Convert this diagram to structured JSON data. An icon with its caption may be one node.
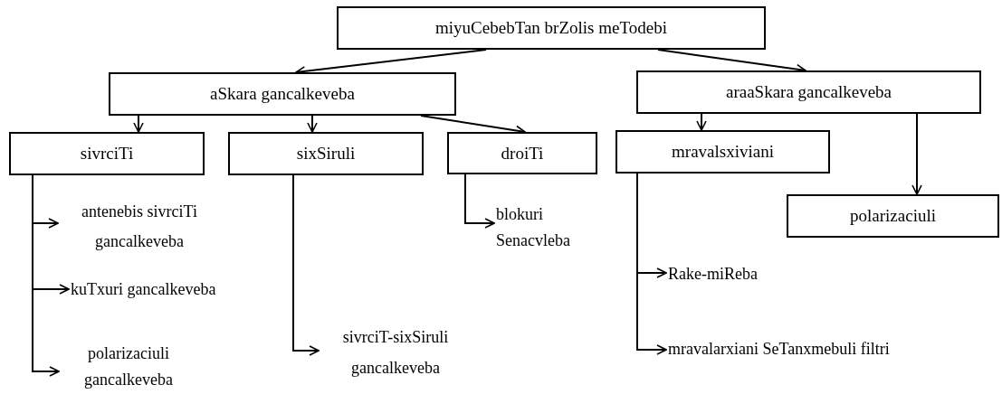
{
  "diagram": {
    "nodes": [
      {
        "text": [
          "miyuCebebTan brZolis meTodebi"
        ]
      },
      {
        "text": [
          "aSkara gancalkeveba"
        ]
      },
      {
        "text": [
          "araaSkara gancalkeveba"
        ]
      },
      {
        "text": [
          "sivrciTi"
        ]
      },
      {
        "text": [
          "sixSiruli"
        ]
      },
      {
        "text": [
          "droiTi"
        ]
      },
      {
        "text": [
          "mravalsxiviani"
        ]
      },
      {
        "text": [
          "polarizaciuli"
        ]
      },
      {
        "text": [
          "antenebis sivrciTi gancalkeveba"
        ]
      },
      {
        "text": [
          "kuTxuri gancalkeveba"
        ]
      },
      {
        "text": [
          "polarizaciuli gancalkeveba"
        ]
      },
      {
        "text": [
          "sivrciT-sixSiruli gancalkeveba"
        ]
      },
      {
        "text": [
          "blokuri Senacvleba"
        ]
      },
      {
        "text": [
          "Rake-miReba"
        ]
      },
      {
        "text": [
          "mravalarxiani SeTanxmebuli filtri"
        ]
      }
    ],
    "edges": [
      {
        "from": 0,
        "to": 1,
        "arrow": "to"
      },
      {
        "from": 0,
        "to": 2,
        "arrow": "to"
      },
      {
        "from": 1,
        "to": 3,
        "arrow": "to"
      },
      {
        "from": 1,
        "to": 4,
        "arrow": "to"
      },
      {
        "from": 1,
        "to": 5,
        "arrow": "to"
      },
      {
        "from": 2,
        "to": 6,
        "arrow": "to"
      },
      {
        "from": 2,
        "to": 7,
        "arrow": "to"
      },
      {
        "from": 3,
        "to": 8,
        "arrow": "to"
      },
      {
        "from": 3,
        "to": 9,
        "arrow": "to"
      },
      {
        "from": 3,
        "to": 10,
        "arrow": "to"
      },
      {
        "from": 4,
        "to": 11,
        "arrow": "to"
      },
      {
        "from": 5,
        "to": 12,
        "arrow": "to"
      },
      {
        "from": 6,
        "to": 13,
        "arrow": "to"
      },
      {
        "from": 6,
        "to": 14,
        "arrow": "to"
      }
    ]
  }
}
